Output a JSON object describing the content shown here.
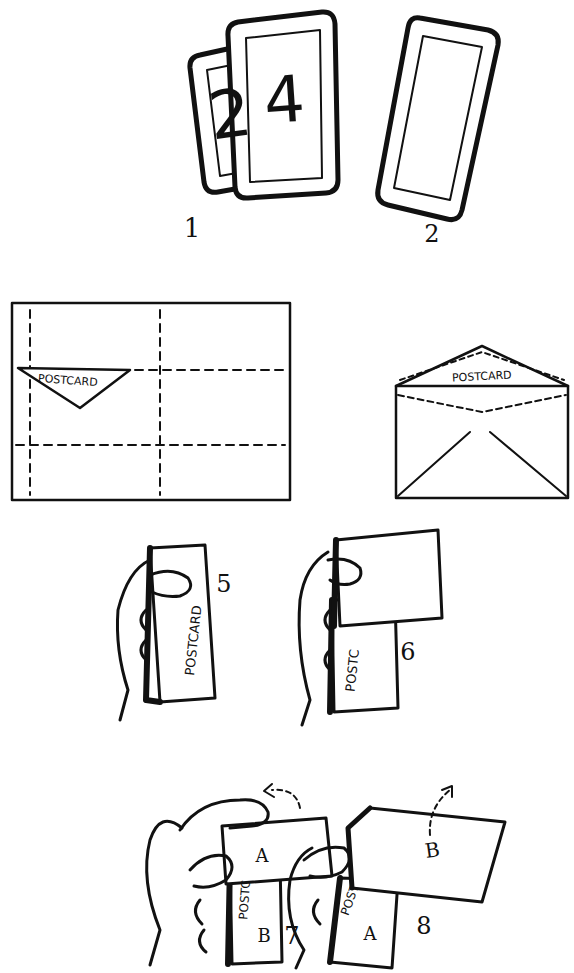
{
  "diagram": {
    "labels": [
      "2",
      "4",
      "1",
      "2",
      "POSTCARD",
      "POSTCARD",
      "POSTCARD",
      "5",
      "6",
      "POSTC",
      "A",
      "B",
      "POSTC",
      "7",
      "B",
      "8",
      "POST",
      "A"
    ]
  }
}
